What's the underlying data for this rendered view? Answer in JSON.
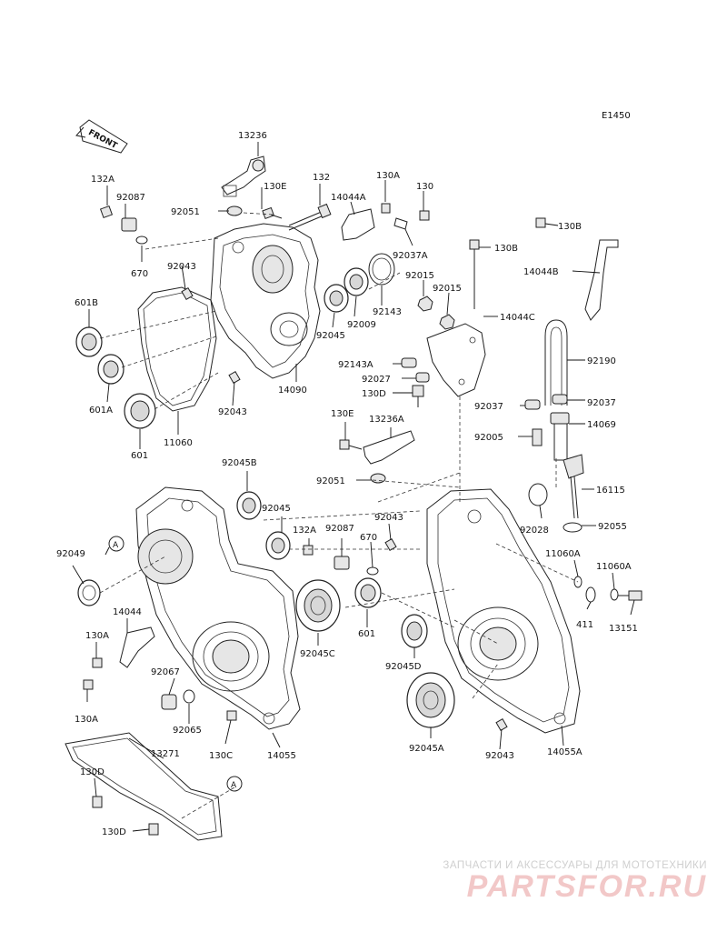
{
  "diagram_code": "E1450",
  "front_label": "FRONT",
  "callout_letter": "A",
  "labels": {
    "p13236": "13236",
    "p132A_top": "132A",
    "p92087_top": "92087",
    "p92051_top": "92051",
    "p130E_top": "130E",
    "p132": "132",
    "p14044A": "14044A",
    "p130A_top": "130A",
    "p130": "130",
    "p92037A": "92037A",
    "p670_top": "670",
    "p92043_top": "92043",
    "p601B": "601B",
    "p601A": "601A",
    "p601_top": "601",
    "p11060": "11060",
    "p92043_mid": "92043",
    "p14090": "14090",
    "p92045_top": "92045",
    "p92009": "92009",
    "p92143": "92143",
    "p92015a": "92015",
    "p92015b": "92015",
    "p130B_a": "130B",
    "p130B_b": "130B",
    "p14044B": "14044B",
    "p14044C": "14044C",
    "p92190": "92190",
    "p92143A": "92143A",
    "p92027": "92027",
    "p130D_mid": "130D",
    "p92037_l": "92037",
    "p92037_r": "92037",
    "p14069": "14069",
    "p130E_mid": "130E",
    "p13236A": "13236A",
    "p92005": "92005",
    "p92051_mid": "92051",
    "p16115": "16115",
    "p92045B": "92045B",
    "p92045_mid": "92045",
    "p92043_low": "92043",
    "p92028": "92028",
    "p92055": "92055",
    "p132A_mid": "132A",
    "p92087_mid": "92087",
    "p670_mid": "670",
    "p92049": "92049",
    "p11060A_a": "11060A",
    "p11060A_b": "11060A",
    "p411": "411",
    "p13151": "13151",
    "p601_mid": "601",
    "p14044": "14044",
    "p92045C": "92045C",
    "p92045D": "92045D",
    "p130A_l": "130A",
    "p92067": "92067",
    "p130A_low": "130A",
    "p92065": "92065",
    "p130C": "130C",
    "p14055": "14055",
    "p92045A": "92045A",
    "p92043_bot": "92043",
    "p14055A": "14055A",
    "p13271": "13271",
    "p130D_a": "130D",
    "p130D_b": "130D"
  },
  "watermark": {
    "caption": "ЗАПЧАСТИ И АКСЕССУАРЫ ДЛЯ МОТОТЕХНИКИ",
    "logo": "PARTSFOR.RU",
    "logo_color": "#f2c8c8"
  }
}
